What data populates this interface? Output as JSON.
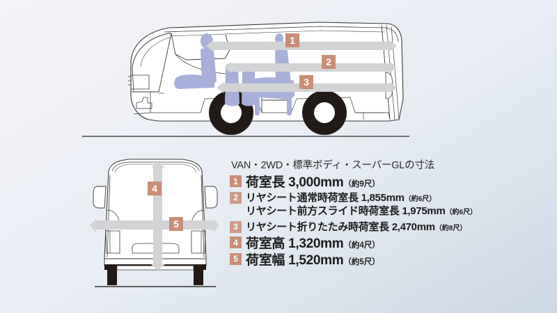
{
  "title": "VAN・2WD・標準ボディ・スーパーGLの寸法",
  "accent_color": "#c98e76",
  "arrow_color": "#d2d3d5",
  "seat_color": "#a8b0da",
  "markers": {
    "m1": "1",
    "m2": "2",
    "m3": "3",
    "m4": "4",
    "m5": "5"
  },
  "specs": [
    {
      "num": "1",
      "label": "荷室長",
      "value": "3,000mm",
      "note": "（約9尺）"
    },
    {
      "num": "2",
      "label": "リヤシート通常時荷室長",
      "value": "1,855mm",
      "note": "（約6尺）",
      "label2": "リヤシート前方スライド時荷室長",
      "value2": "1,975mm",
      "note2": "（約6尺）"
    },
    {
      "num": "3",
      "label": "リヤシート折りたたみ時荷室長",
      "value": "2,470mm",
      "note": "（約8尺）"
    },
    {
      "num": "4",
      "label": "荷室高",
      "value": "1,320mm",
      "note": "（約4尺）"
    },
    {
      "num": "5",
      "label": "荷室幅",
      "value": "1,520mm",
      "note": "（約5尺）"
    }
  ]
}
